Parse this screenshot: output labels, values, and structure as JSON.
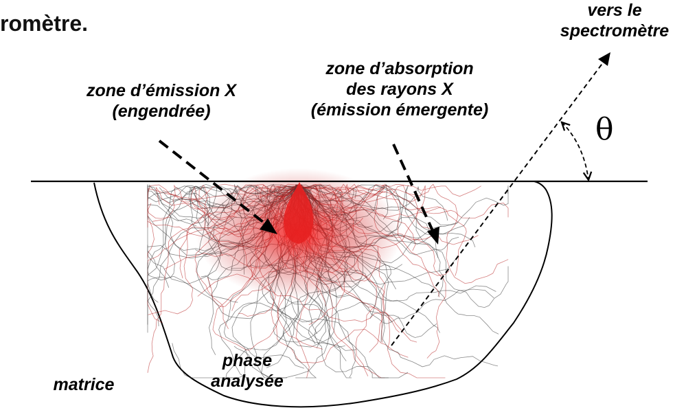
{
  "title_fragment": "romètre.",
  "labels": {
    "spectrometer": [
      "vers le",
      "spectromètre"
    ],
    "emission_zone": [
      "zone d’émission X",
      "(engendrée)"
    ],
    "absorption_zone": [
      "zone d’absorption",
      "des rayons X",
      "(émission émergente)"
    ],
    "analyzed_phase": [
      "phase",
      "analysée"
    ],
    "matrix": "matrice",
    "angle": "θ"
  },
  "colors": {
    "ink": "#000000",
    "trajectories": "#3a3a3a",
    "emission_core": "#e01515"
  }
}
